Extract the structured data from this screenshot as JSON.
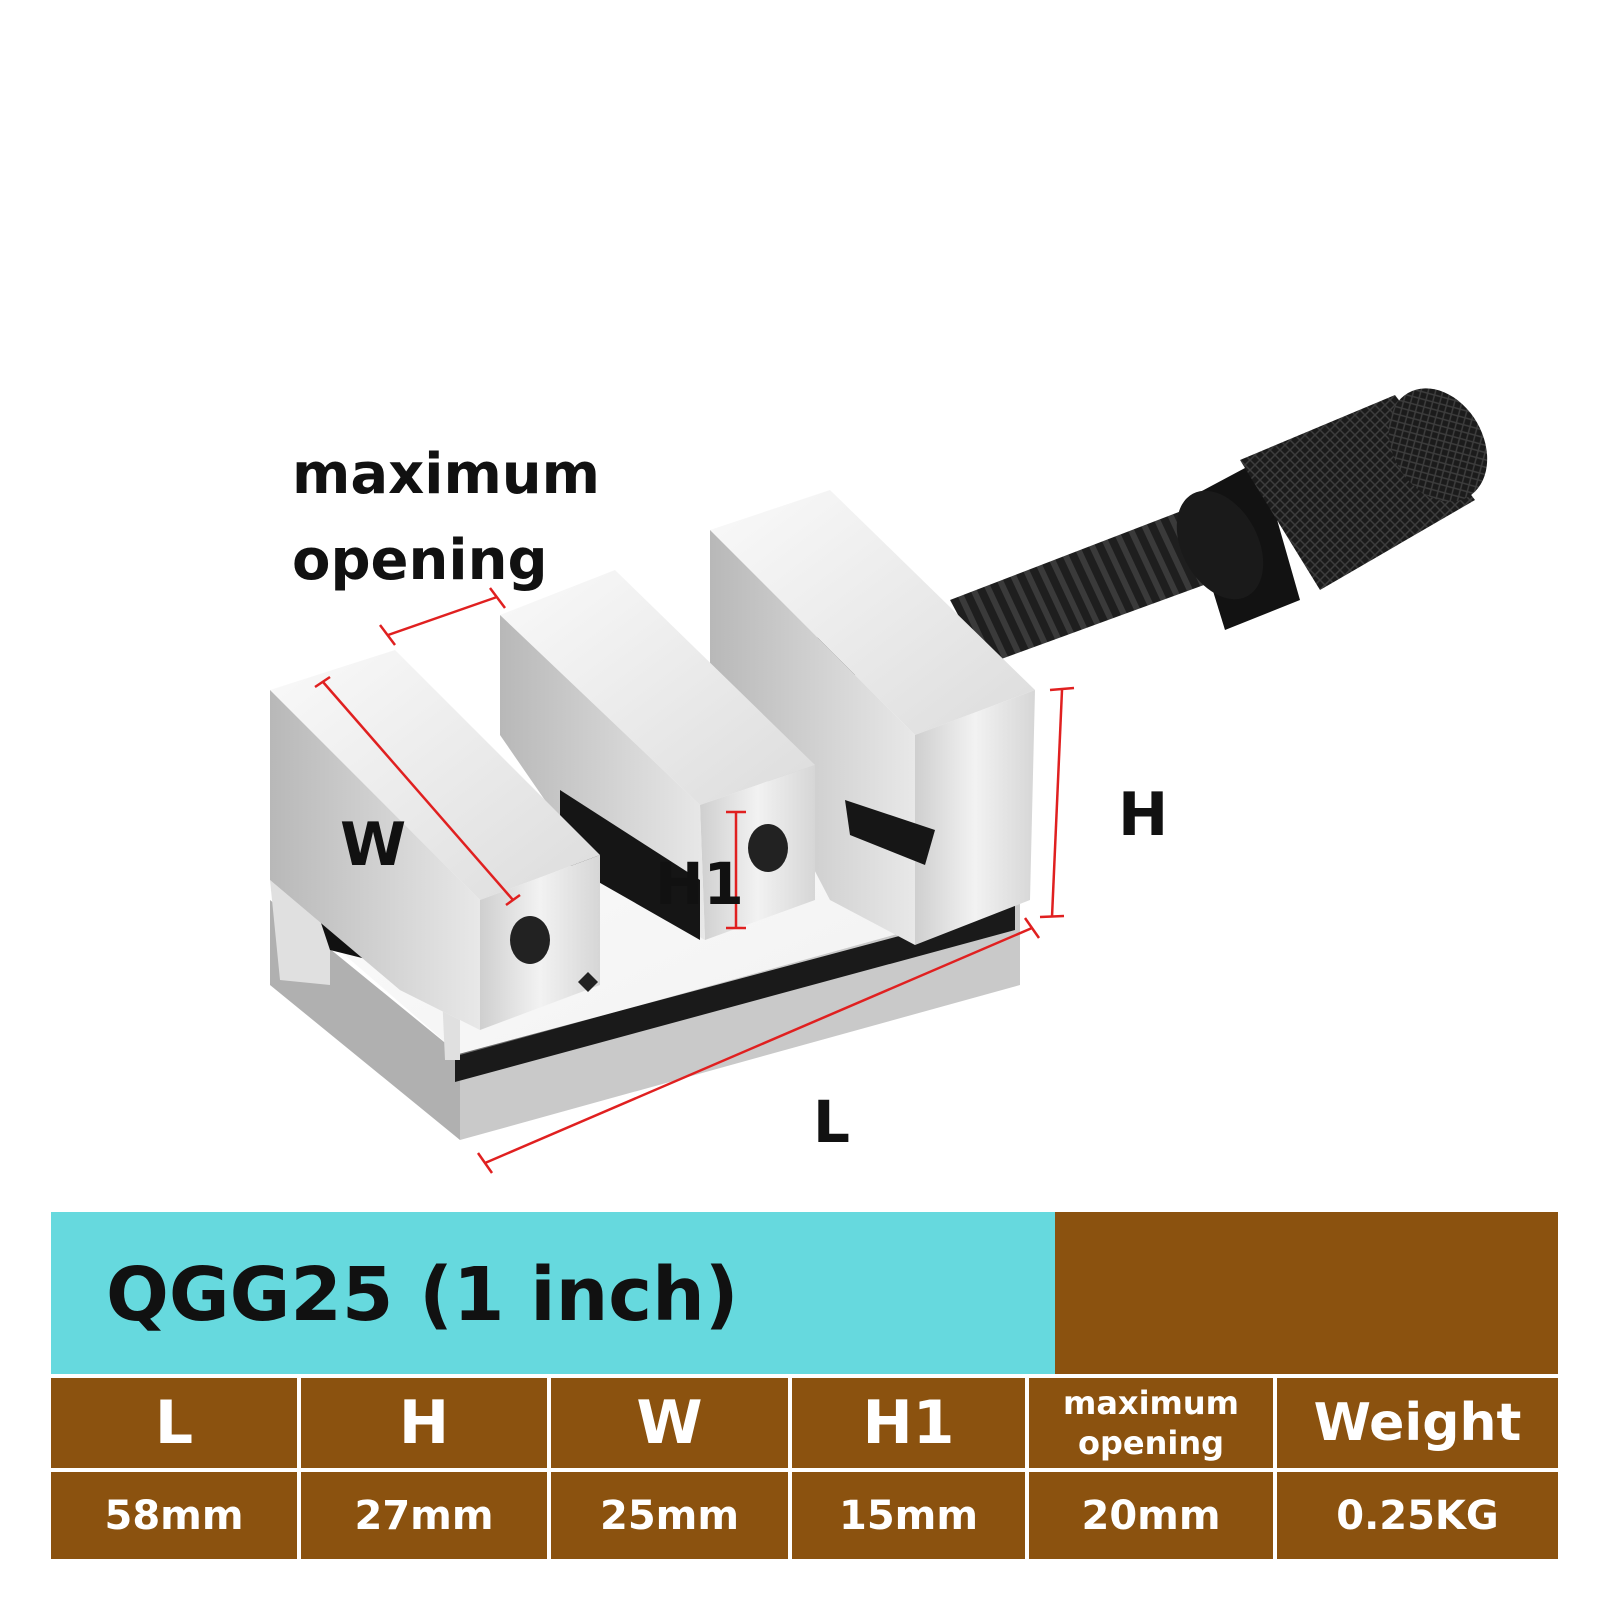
{
  "diagram_labels": {
    "max_opening": "maximum opening",
    "w": "W",
    "h1": "H1",
    "h": "H",
    "l": "L"
  },
  "table": {
    "model": "QGG25 (1 inch)",
    "columns": [
      {
        "header": "L",
        "value": "58mm"
      },
      {
        "header": "H",
        "value": "27mm"
      },
      {
        "header": "W",
        "value": "25mm"
      },
      {
        "header": "H1",
        "value": "15mm"
      },
      {
        "header": "maximum opening",
        "value": "20mm"
      },
      {
        "header": "Weight",
        "value": "0.25KG"
      }
    ]
  },
  "colors": {
    "title_bg": "#66d9de",
    "table_bg": "#8b520f",
    "dimension_line": "#e02020",
    "steel": "#e6e6e6",
    "screw": "#1e1e1e"
  },
  "icons": {
    "product": "precision-vise-image"
  }
}
